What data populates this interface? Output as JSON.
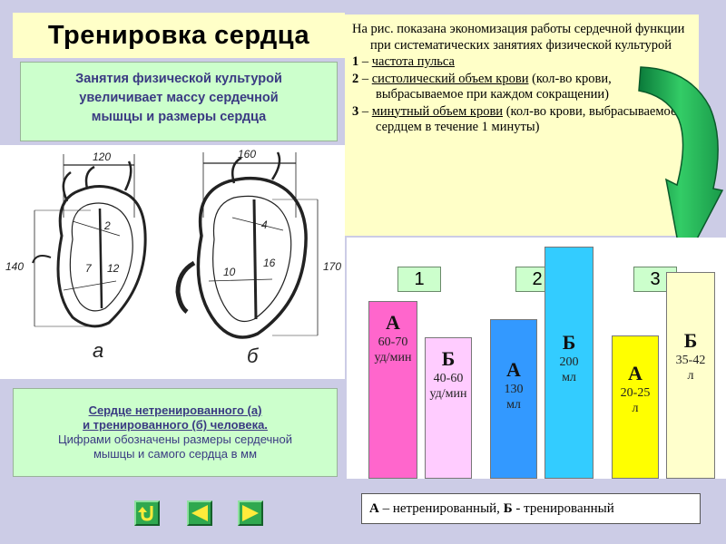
{
  "title": "Тренировка сердца",
  "subtitle": {
    "line1": "Занятия физической культурой",
    "line2": "увеличивает массу сердечной",
    "line3": "мышцы и размеры сердца"
  },
  "illustration": {
    "left_heart": {
      "width_label": "120",
      "height_label": "140",
      "inner_labels": [
        "2",
        "7",
        "12"
      ],
      "letter": "а"
    },
    "right_heart": {
      "width_label": "160",
      "height_label": "170",
      "inner_labels": [
        "4",
        "10",
        "16"
      ],
      "letter": "б"
    }
  },
  "caption": {
    "line1": "Сердце нетренированного (а)",
    "line2": "и тренированного (б) человека.",
    "line3": "Цифрами обозначены размеры сердечной",
    "line4": "мышцы и самого сердца в мм"
  },
  "info": {
    "intro": "На рис. показана экономизация работы сердечной функции при систематических занятиях физической культурой",
    "items": [
      {
        "num": "1",
        "dash": " – ",
        "term": "частота пульса",
        "rest": ""
      },
      {
        "num": "2",
        "dash": " – ",
        "term": "систолический объем крови",
        "rest": " (кол-во крови, выбрасываемое при каждом сокращении)"
      },
      {
        "num": "3",
        "dash": " – ",
        "term": "минутный объем крови",
        "rest": " (кол-во крови, выбрасываемое сердцем в течение 1 минуты)"
      }
    ]
  },
  "chart_data": {
    "type": "bar",
    "groups": [
      {
        "label": "1",
        "bars": [
          {
            "letter": "А",
            "value": "60-70",
            "unit": "уд/мин"
          },
          {
            "letter": "Б",
            "value": "40-60",
            "unit": "уд/мин"
          }
        ]
      },
      {
        "label": "2",
        "bars": [
          {
            "letter": "А",
            "value": "130",
            "unit": "мл"
          },
          {
            "letter": "Б",
            "value": "200",
            "unit": "мл"
          }
        ]
      },
      {
        "label": "3",
        "bars": [
          {
            "letter": "А",
            "value": "20-25",
            "unit": "л"
          },
          {
            "letter": "Б",
            "value": "35-42",
            "unit": "л"
          }
        ]
      }
    ],
    "colors": {
      "group1_a": "#ff66cc",
      "group1_b": "#ffccff",
      "group2_a": "#3399ff",
      "group2_b": "#33ccff",
      "group3_a": "#ffff00",
      "group3_b": "#ffffcc"
    }
  },
  "legend": {
    "a_letter": "А",
    "a_text": " – нетренированный, ",
    "b_letter": "Б",
    "b_text": " - тренированный"
  },
  "nav": {
    "icons": [
      "return-icon",
      "back-arrow-icon",
      "forward-arrow-icon"
    ]
  }
}
